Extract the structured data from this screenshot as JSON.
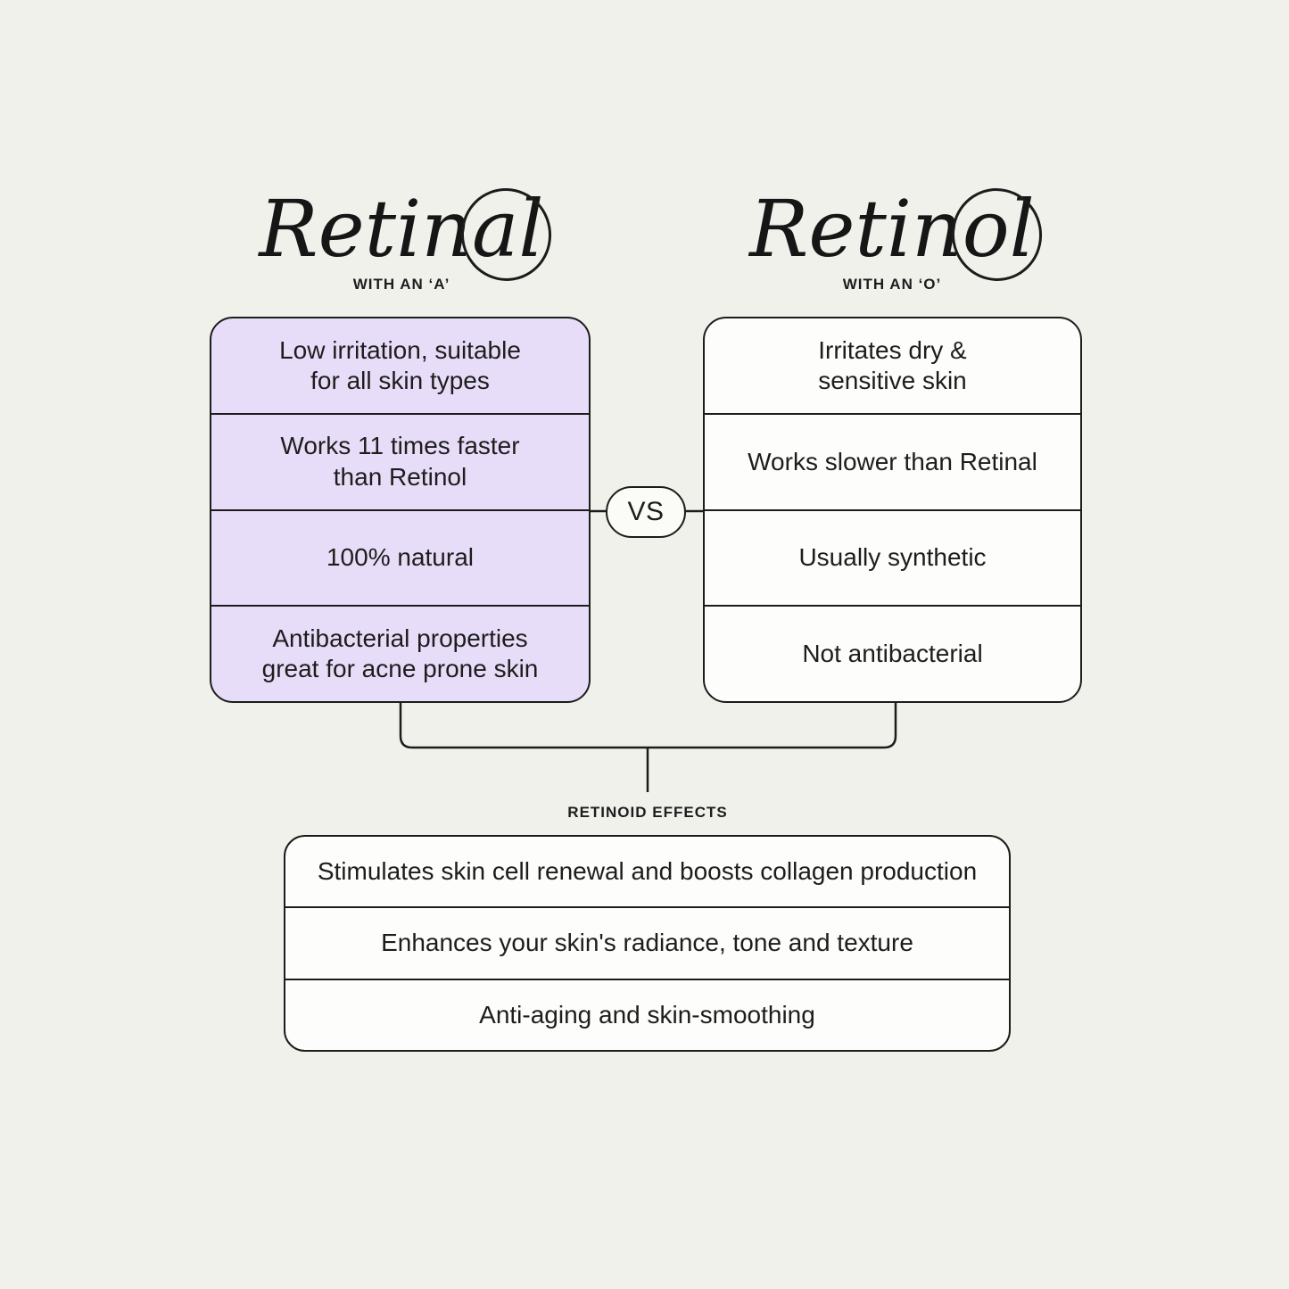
{
  "colors": {
    "background": "#f1f1ec",
    "card_purple": "#e8ddf8",
    "card_white": "#fdfdfc",
    "line": "#1c1c1c",
    "text": "#1d1d1d"
  },
  "left": {
    "title_pre": "Retin",
    "title_circled": "al",
    "title_full": "Retinal",
    "subtitle": "WITH AN ‘A’",
    "rows": [
      "Low irritation, suitable\nfor all skin types",
      "Works 11 times faster\nthan Retinol",
      "100% natural",
      "Antibacterial properties\ngreat for acne prone skin"
    ]
  },
  "right": {
    "title_pre": "Retin",
    "title_circled": "ol",
    "title_full": "Retinol",
    "subtitle": "WITH AN ‘O’",
    "rows": [
      "Irritates dry &\nsensitive skin",
      "Works slower than Retinal",
      "Usually synthetic",
      "Not antibacterial"
    ]
  },
  "vs": {
    "label": "VS"
  },
  "effects": {
    "heading": "RETINOID EFFECTS",
    "rows": [
      "Stimulates skin cell renewal and boosts collagen production",
      "Enhances your skin's radiance, tone and texture",
      "Anti-aging and skin-smoothing"
    ]
  }
}
